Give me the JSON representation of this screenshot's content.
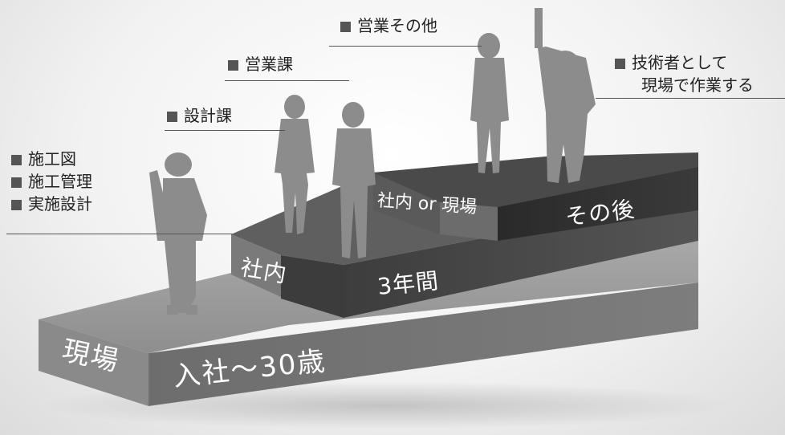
{
  "notes": {
    "genba": [
      "施工図",
      "施工管理",
      "実施設計"
    ],
    "design": "設計課",
    "sales": "営業課",
    "sales_other": "営業その他",
    "engineer": [
      "技術者として",
      "現場で作業する"
    ]
  },
  "steps": {
    "base_face": "現場",
    "base_front": "入社～30歳",
    "mid_face": "社内",
    "mid_front": "3年間",
    "top_face": "社内 or 現場",
    "top_front": "その後"
  }
}
